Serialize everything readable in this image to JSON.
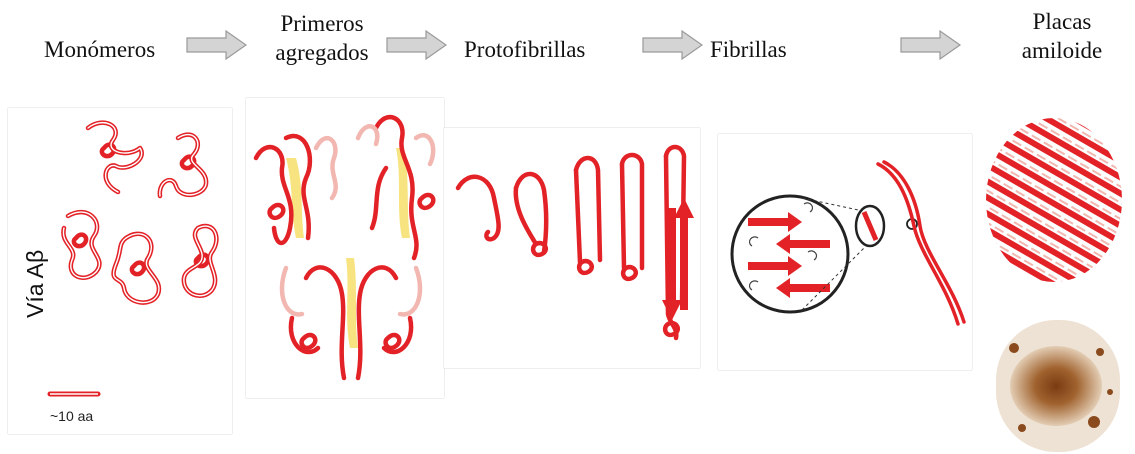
{
  "stages": {
    "s1": "Monómeros",
    "s2_line1": "Primeros",
    "s2_line2": "agregados",
    "s3": "Protofibrillas",
    "s4": "Fibrillas",
    "s5_line1": "Placas",
    "s5_line2": "amiloide"
  },
  "pathway_label": "Vía Aβ",
  "scale_label": "~10 aa",
  "colors": {
    "strand_red": "#e32227",
    "strand_light": "#f2b7b0",
    "core_yellow": "#f6de6a",
    "arrow_gray": "#cfcfcf",
    "plaque_brown": "#8a4a1e"
  }
}
